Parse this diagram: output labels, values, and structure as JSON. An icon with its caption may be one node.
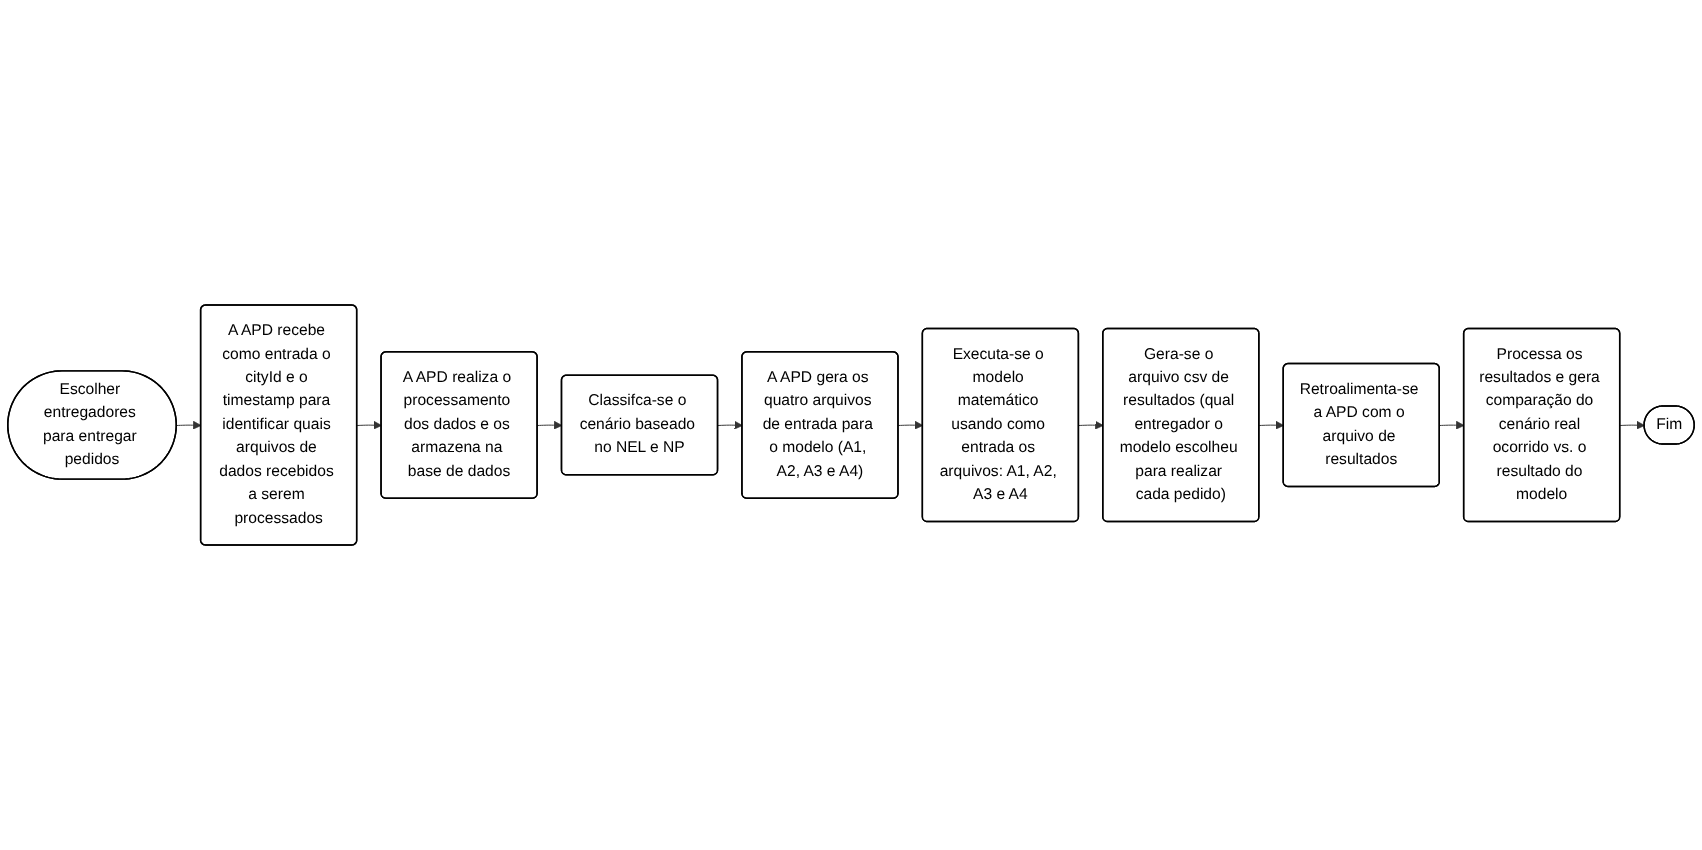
{
  "diagram": {
    "nodes": [
      {
        "text": [
          "Escolher entregadores para entregar pedidos"
        ]
      },
      {
        "text": [
          "A APD recebe como entrada o cityId e o timestamp para identificar quais arquivos de dados recebidos a serem processados"
        ]
      },
      {
        "text": [
          "A APD realiza o processamento dos dados e os armazena na base de dados"
        ]
      },
      {
        "text": [
          "Classifca-se o cenário baseado no NEL e NP"
        ]
      },
      {
        "text": [
          "A APD gera os quatro arquivos de entrada para o modelo (A1, A2, A3 e A4)"
        ]
      },
      {
        "text": [
          "Executa-se o modelo matemático usando como entrada os arquivos: A1, A2, A3 e A4"
        ]
      },
      {
        "text": [
          "Gera-se o arquivo csv de resultados (qual entregador o modelo escolheu para realizar cada pedido)"
        ]
      },
      {
        "text": [
          "Retroalimenta-se a APD com o arquivo de resultados"
        ]
      },
      {
        "text": [
          "Processa os resultados e gera comparação do cenário real ocorrido vs. o resultado do modelo"
        ]
      },
      {
        "text": [
          "Fim"
        ]
      }
    ],
    "edges": [
      {
        "from": 0,
        "to": 1,
        "arrow": "to"
      },
      {
        "from": 1,
        "to": 2,
        "arrow": "to"
      },
      {
        "from": 2,
        "to": 3,
        "arrow": "to"
      },
      {
        "from": 3,
        "to": 4,
        "arrow": "to"
      },
      {
        "from": 4,
        "to": 5,
        "arrow": "to"
      },
      {
        "from": 5,
        "to": 6,
        "arrow": "to"
      },
      {
        "from": 6,
        "to": 7,
        "arrow": "to"
      },
      {
        "from": 7,
        "to": 8,
        "arrow": "to"
      },
      {
        "from": 8,
        "to": 9,
        "arrow": "to"
      }
    ]
  }
}
